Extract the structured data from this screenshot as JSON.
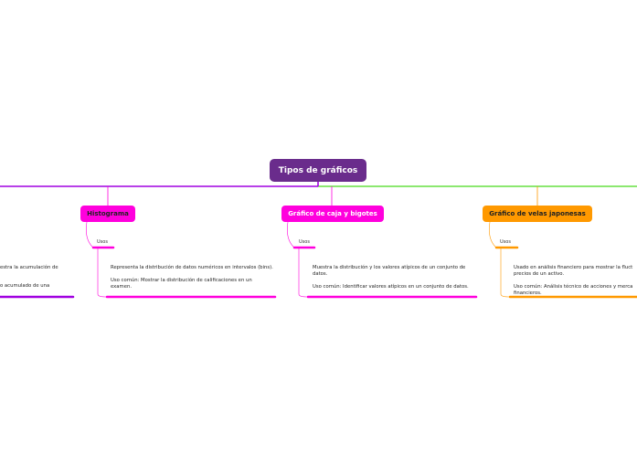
{
  "central": {
    "label": "Tipos de gráficos",
    "color": "#6a2c8c"
  },
  "branches": [
    {
      "label": "Histograma",
      "color": "#ff00dd",
      "uses_label": "Usos",
      "description": "Representa la distribución de datos numéricos en intervalos (bins).\n\nUso común: Mostrar la distribución de calificaciones en un examen."
    },
    {
      "label": "Gráfico de caja y bigotes",
      "color": "#ff00dd",
      "uses_label": "Usos",
      "description": "Muestra la distribución y los valores atípicos de un conjunto de datos.\n\nUso común: Identificar valores atípicos en un conjunto de datos."
    },
    {
      "label": "Gráfico de velas japonesas",
      "color": "#ff9900",
      "uses_label": "Usos",
      "description": "Usado en análisis financiero para mostrar la fluct\nprecios de un activo.\n\nUso común: Análisis técnico de acciones y merca\nfinancieros."
    }
  ],
  "partial_left": {
    "line1": "estra la acumulación de",
    "line2": "o acumulado de una",
    "color": "#a000e0"
  },
  "connector_colors": {
    "left": "#a000e0",
    "right": "#66e040"
  }
}
